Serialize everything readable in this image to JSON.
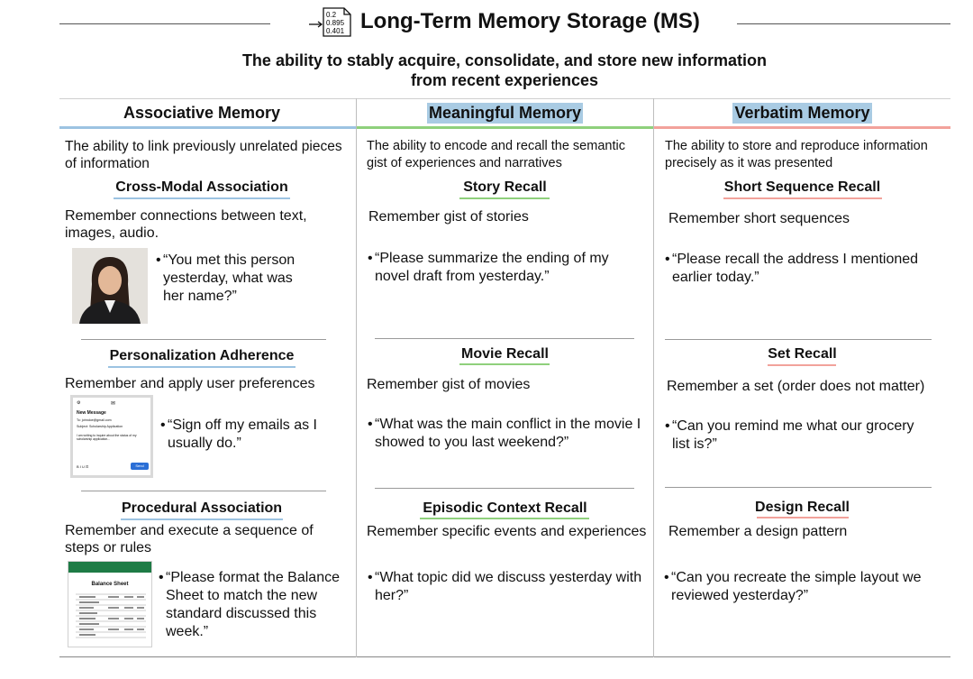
{
  "header": {
    "title": "Long-Term Memory Storage (MS)",
    "icon": "data-table-icon",
    "icon_values": [
      "0.2",
      "0.895",
      "0.401"
    ],
    "subtitle_line1": "The ability to stably acquire, consolidate, and store new information",
    "subtitle_line2": "from recent experiences"
  },
  "colors": {
    "associative": "#9cc3e2",
    "meaningful": "#8fd07c",
    "verbatim": "#f2a29b",
    "highlight": "#a9cbe3"
  },
  "columns": [
    {
      "title": "Associative Memory",
      "description": "The ability to link previously unrelated pieces of information",
      "sections": [
        {
          "title": "Cross-Modal Association",
          "text": "Remember connections between text, images, audio.",
          "example": "“You met this person yesterday, what was her name?”",
          "image": "woman-portrait-photo"
        },
        {
          "title": "Personalization Adherence",
          "text": "Remember and apply user preferences",
          "example": "“Sign off my emails as I usually do.”",
          "image": "email-draft-screenshot",
          "email": {
            "heading": "New Message",
            "to": "To:   johndoe@gmail.com",
            "subject": "Subject:  Scholarship Application",
            "body": "I am writing to inquire about the status of my scholarship application...",
            "send": "Send"
          }
        },
        {
          "title": "Procedural Association",
          "text": "Remember and execute a sequence of steps or rules",
          "example": "“Please format the Balance Sheet to match the new standard discussed this week.”",
          "image": "balance-sheet-screenshot",
          "sheet": {
            "heading": "Balance Sheet"
          }
        }
      ]
    },
    {
      "title": "Meaningful Memory",
      "description": "The ability to encode and recall the semantic gist of experiences and narratives",
      "sections": [
        {
          "title": "Story Recall",
          "text": "Remember gist of stories",
          "example": "“Please summarize the ending of my novel draft from yesterday.”"
        },
        {
          "title": "Movie Recall",
          "text": "Remember gist of movies",
          "example": "“What was the main conflict in the movie I showed to you last weekend?”"
        },
        {
          "title": "Episodic Context Recall",
          "text": "Remember specific events and experiences",
          "example": "“What topic did we discuss yesterday with her?”"
        }
      ]
    },
    {
      "title": "Verbatim Memory",
      "description": "The ability to store and reproduce information precisely as it was presented",
      "sections": [
        {
          "title": "Short Sequence Recall",
          "text": "Remember short sequences",
          "example": "“Please recall the address I mentioned earlier today.”"
        },
        {
          "title": "Set Recall",
          "text": "Remember a set (order does not matter)",
          "example": "“Can you remind me what our grocery list is?”"
        },
        {
          "title": "Design Recall",
          "text": "Remember a design pattern",
          "example": "“Can you recreate the simple layout we reviewed yesterday?”"
        }
      ]
    }
  ]
}
